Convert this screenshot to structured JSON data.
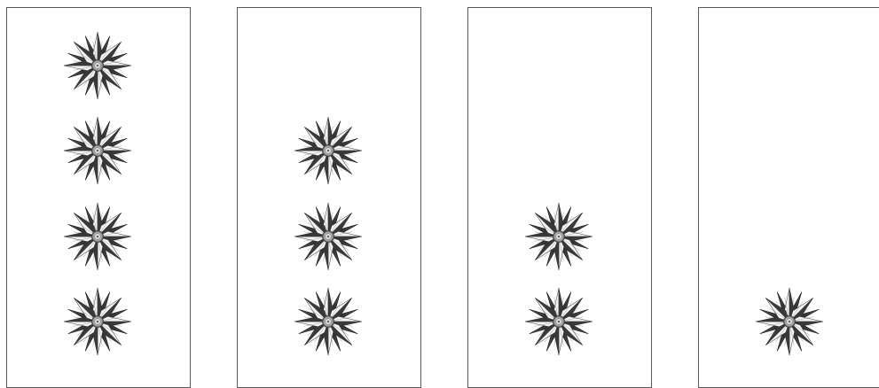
{
  "panels": [
    {
      "id": "panel-1",
      "stars": 4
    },
    {
      "id": "panel-2",
      "stars": 3
    },
    {
      "id": "panel-3",
      "stars": 2
    },
    {
      "id": "panel-4",
      "stars": 1
    }
  ],
  "icon": "rosette-star-icon",
  "colors": {
    "border": "#5a5a5a",
    "dark": "#1e1e1e",
    "light": "#f2f2f2",
    "mid": "#9a9a9a"
  }
}
